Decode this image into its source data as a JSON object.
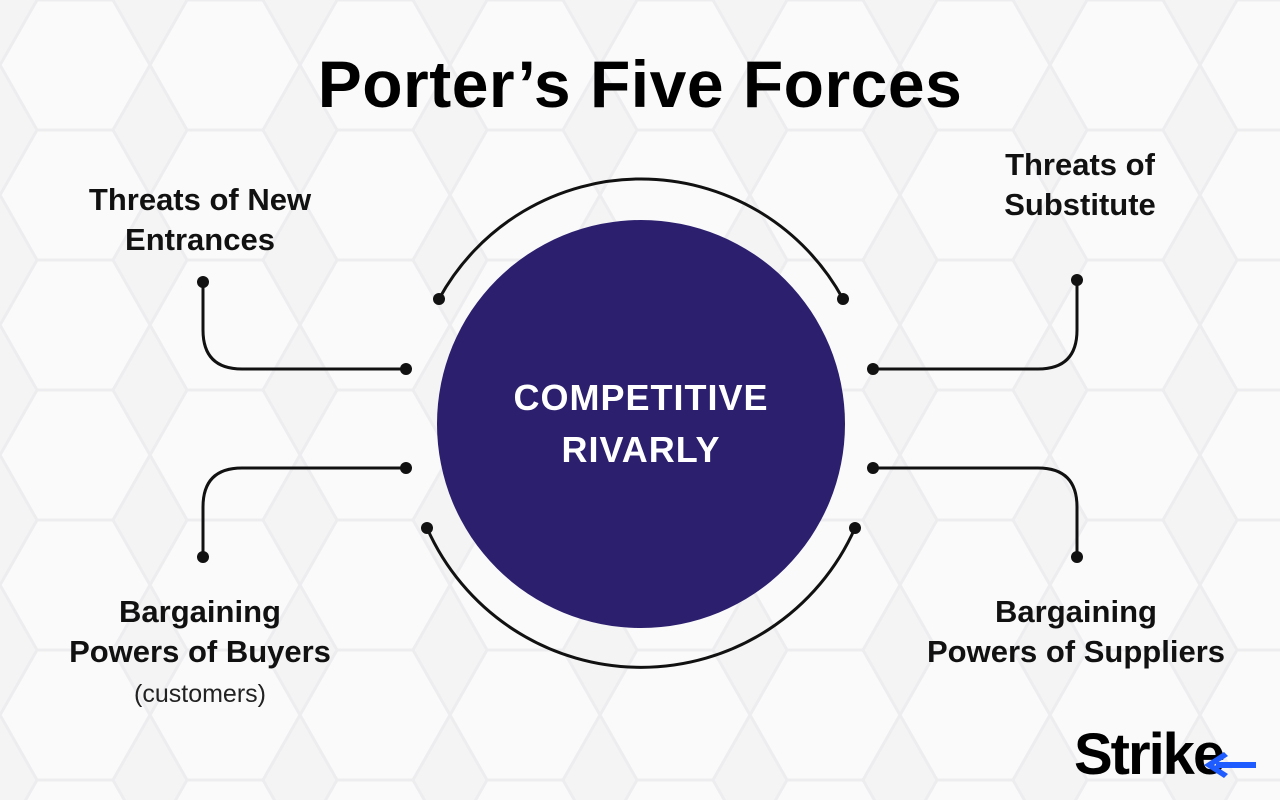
{
  "title": "Porter’s Five Forces",
  "center": {
    "line1": "COMPETITIVE",
    "line2": "RIVARLY",
    "color": "#2b1f6e"
  },
  "forces": {
    "new_entrants": {
      "line1": "Threats of New",
      "line2": "Entrances"
    },
    "substitute": {
      "line1": "Threats of",
      "line2": "Substitute"
    },
    "buyers": {
      "line1": "Bargaining",
      "line2": "Powers of Buyers",
      "note": "(customers)"
    },
    "suppliers": {
      "line1": "Bargaining",
      "line2": "Powers of Suppliers"
    }
  },
  "logo": {
    "text": "Strike",
    "accent_color": "#1f5cff"
  }
}
